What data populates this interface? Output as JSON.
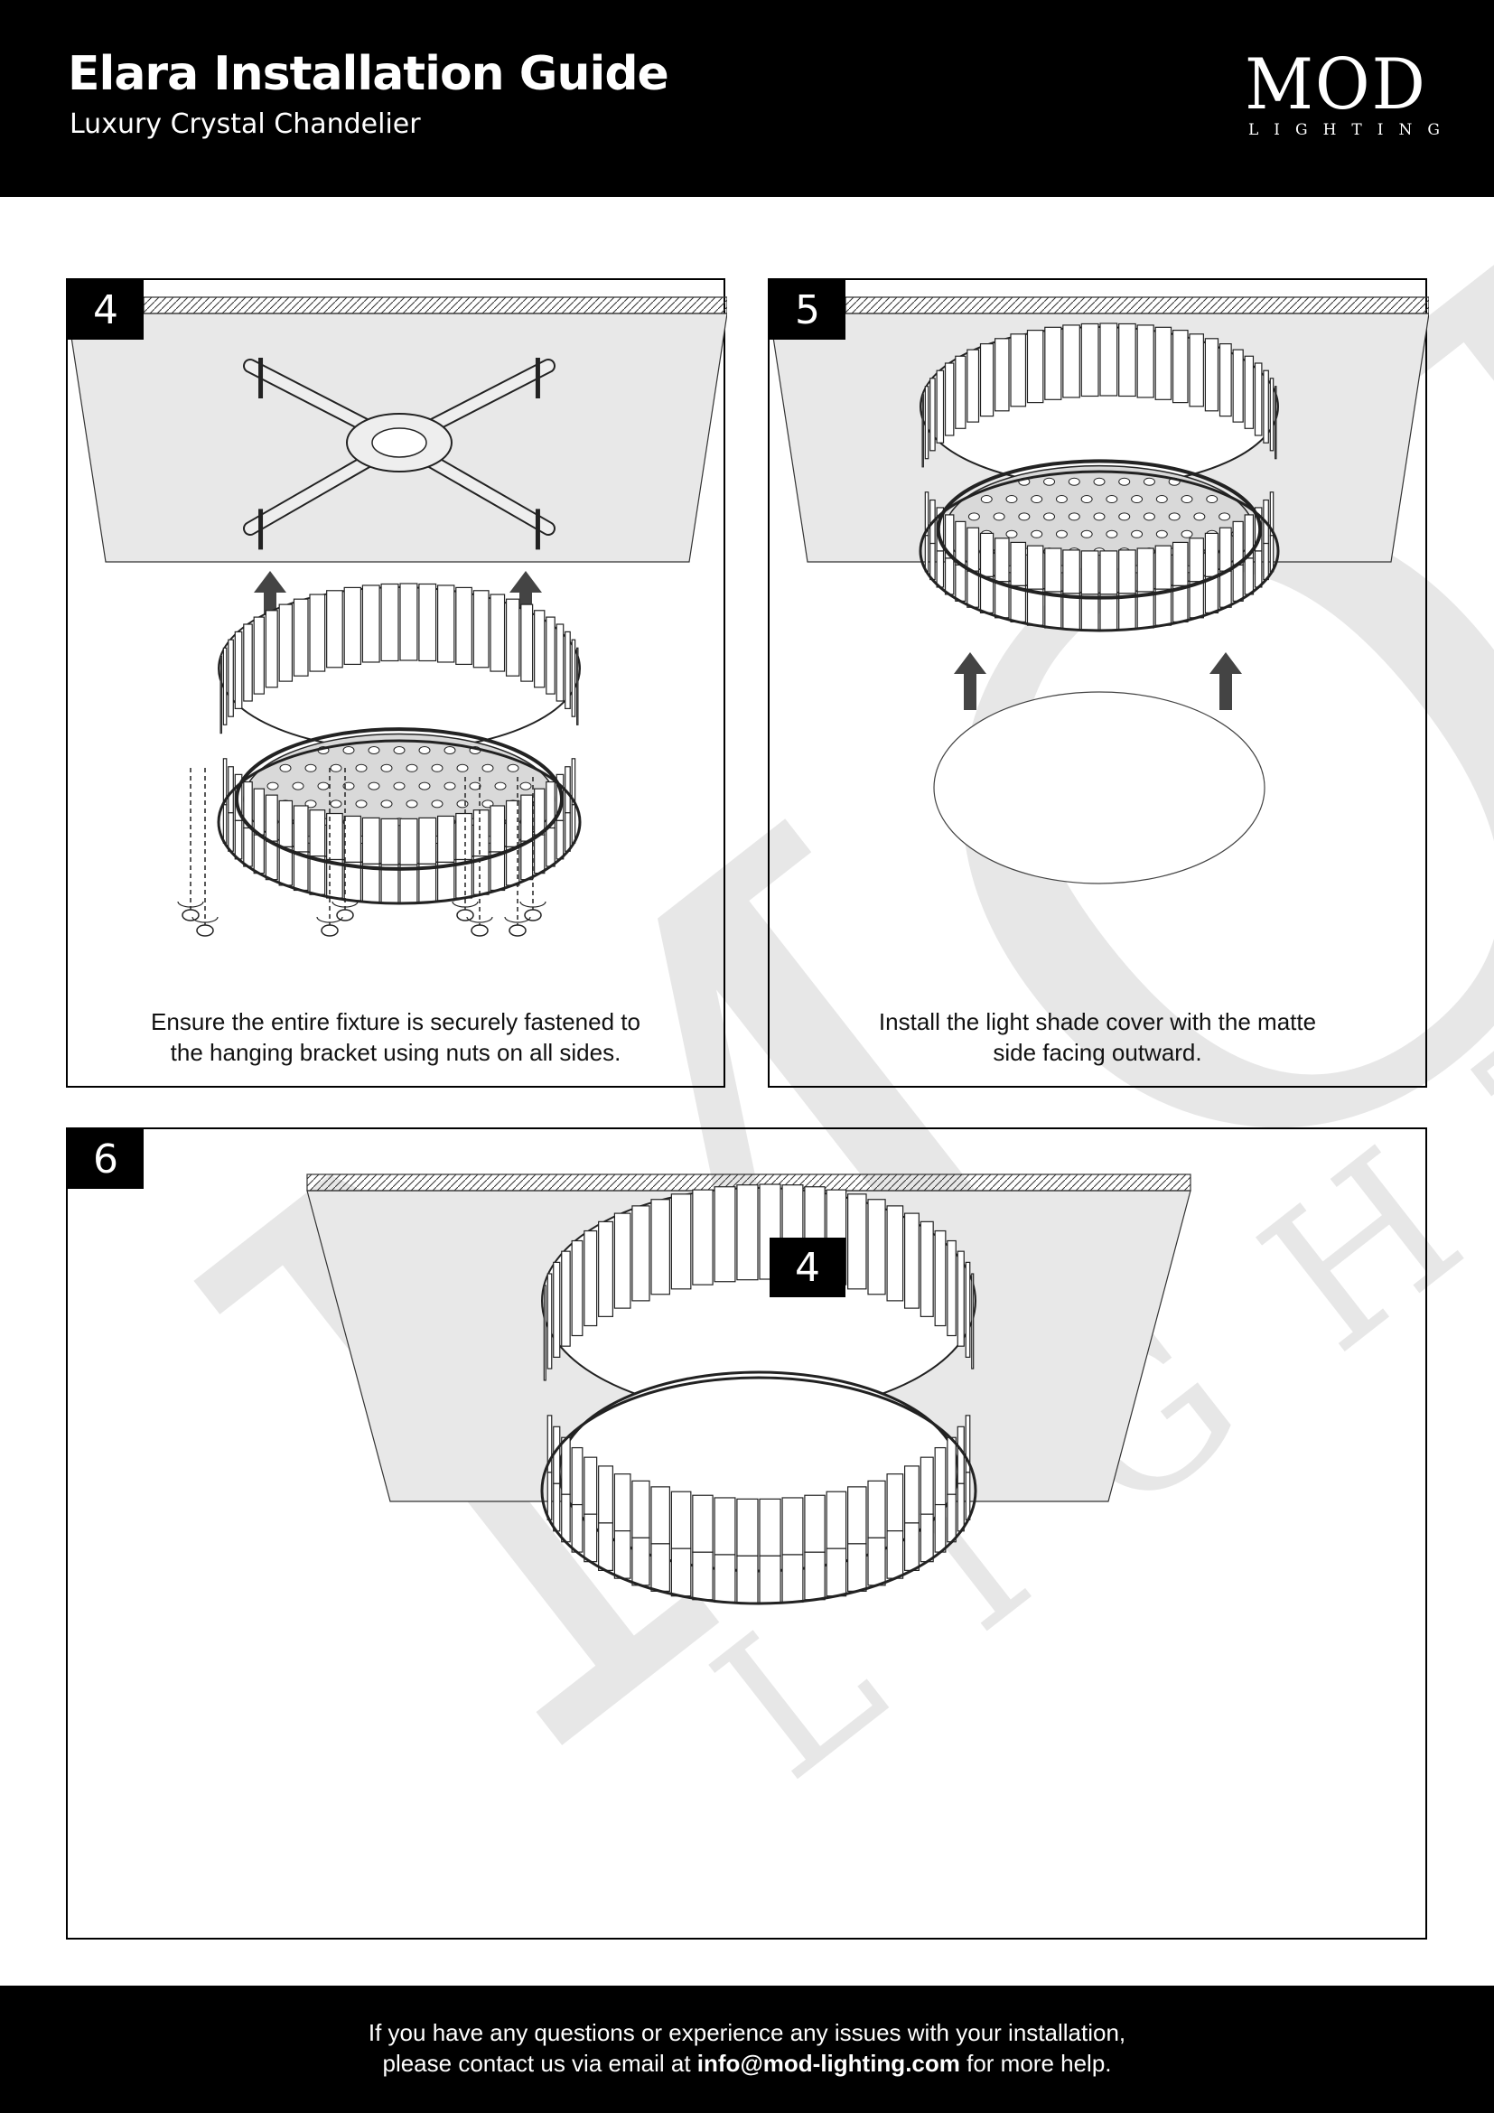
{
  "header": {
    "title": "Elara Installation Guide",
    "subtitle": "Luxury Crystal Chandelier",
    "logo": {
      "main": "MOD",
      "sub": "LIGHTING"
    }
  },
  "watermark": {
    "main": "MOD",
    "sub": "LIGHTING"
  },
  "steps": [
    {
      "number": "4",
      "caption_line1": "Ensure the entire fixture is securely fastened to",
      "caption_line2": "the hanging bracket using nuts on all sides."
    },
    {
      "number": "5",
      "caption_line1": "Install the light shade cover with the matte",
      "caption_line2": "side facing outward."
    },
    {
      "number": "6",
      "inset_label": "4"
    }
  ],
  "footer": {
    "line1": "If you have any questions or experience any issues with your installation,",
    "line2_prefix": "please contact us via email at",
    "email": "info@mod-lighting.com",
    "line2_suffix": "for more help."
  },
  "colors": {
    "black": "#000000",
    "ceiling": "#e8e8e8",
    "arrow": "#444444"
  }
}
